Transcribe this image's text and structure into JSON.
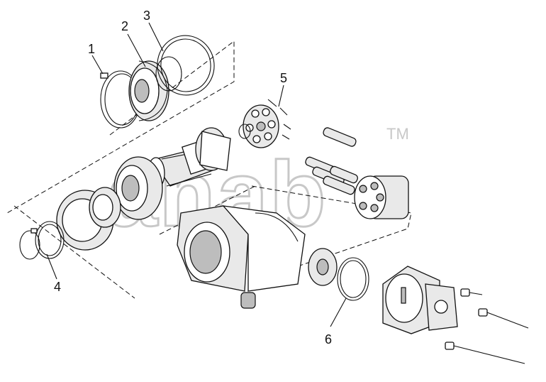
{
  "watermark": {
    "text": "anab",
    "trademark": "TM"
  },
  "callouts": [
    {
      "id": "1",
      "label": "1"
    },
    {
      "id": "2",
      "label": "2"
    },
    {
      "id": "3",
      "label": "3"
    },
    {
      "id": "4",
      "label": "4"
    },
    {
      "id": "5",
      "label": "5"
    },
    {
      "id": "6",
      "label": "6"
    }
  ]
}
